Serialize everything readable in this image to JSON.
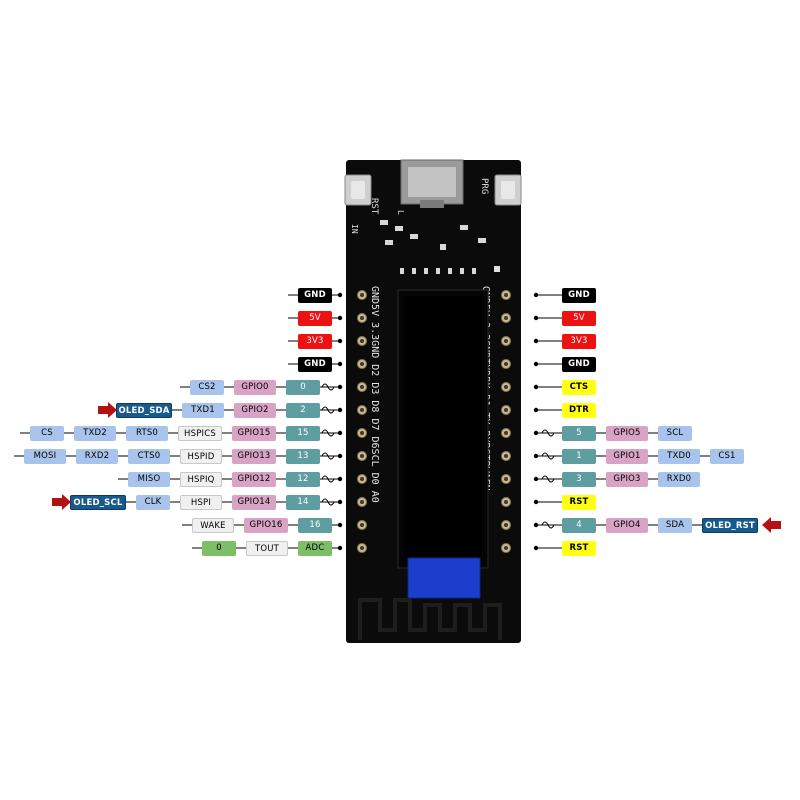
{
  "board": {
    "silk_left": "GND5V 3.3GND D2 D3 D8 D7 D6SCL D0 A0",
    "silk_right": "GND5V 3.3GNDTXDRX D1 TX RXRSTRWAEN",
    "rst_label": "RST",
    "prg_label": "PRG",
    "in_label": "IN",
    "l_label": "L",
    "icons": [
      "reset-button-icon",
      "program-button-icon",
      "micro-usb-icon",
      "oled-display-icon",
      "wifi-antenna-icon"
    ]
  },
  "colors": {
    "black": "#000000",
    "red": "#ee1111",
    "yellow": "#ffff11",
    "teal": "#5f9ea0",
    "pink": "#d8a3c4",
    "blue": "#a9c4ec",
    "green": "#7cbf66",
    "darkblue": "#185a8c",
    "arrow": "#b31212",
    "screen_blue": "#1b3fcc"
  },
  "left_pins": [
    {
      "labels": [
        {
          "t": "GND",
          "c": "black"
        }
      ]
    },
    {
      "labels": [
        {
          "t": "5V",
          "c": "red"
        }
      ]
    },
    {
      "labels": [
        {
          "t": "3V3",
          "c": "red"
        }
      ]
    },
    {
      "labels": [
        {
          "t": "GND",
          "c": "black"
        }
      ]
    },
    {
      "labels": [
        {
          "t": "CS2",
          "c": "blue"
        },
        {
          "t": "GPIO0",
          "c": "pink"
        },
        {
          "t": "0",
          "c": "teal"
        }
      ],
      "pwm": true
    },
    {
      "labels": [
        {
          "t": "OLED_SDA",
          "c": "darkblue"
        },
        {
          "t": "TXD1",
          "c": "blue"
        },
        {
          "t": "GPIO2",
          "c": "pink"
        },
        {
          "t": "2",
          "c": "teal"
        }
      ],
      "pwm": true,
      "arrow": true
    },
    {
      "labels": [
        {
          "t": "CS",
          "c": "blue"
        },
        {
          "t": "TXD2",
          "c": "blue"
        },
        {
          "t": "RTS0",
          "c": "blue"
        },
        {
          "t": "HSPICS",
          "c": "white"
        },
        {
          "t": "GPIO15",
          "c": "pink"
        },
        {
          "t": "15",
          "c": "teal"
        }
      ],
      "pwm": true
    },
    {
      "labels": [
        {
          "t": "MOSI",
          "c": "blue"
        },
        {
          "t": "RXD2",
          "c": "blue"
        },
        {
          "t": "CTS0",
          "c": "blue"
        },
        {
          "t": "HSPID",
          "c": "white"
        },
        {
          "t": "GPIO13",
          "c": "pink"
        },
        {
          "t": "13",
          "c": "teal"
        }
      ],
      "pwm": true
    },
    {
      "labels": [
        {
          "t": "MISO",
          "c": "blue"
        },
        {
          "t": "HSPIQ",
          "c": "white"
        },
        {
          "t": "GPIO12",
          "c": "pink"
        },
        {
          "t": "12",
          "c": "teal"
        }
      ],
      "pwm": true
    },
    {
      "labels": [
        {
          "t": "OLED_SCL",
          "c": "darkblue"
        },
        {
          "t": "CLK",
          "c": "blue"
        },
        {
          "t": "HSPI",
          "c": "white"
        },
        {
          "t": "GPIO14",
          "c": "pink"
        },
        {
          "t": "14",
          "c": "teal"
        }
      ],
      "pwm": true,
      "arrow": true
    },
    {
      "labels": [
        {
          "t": "WAKE",
          "c": "white"
        },
        {
          "t": "GPIO16",
          "c": "pink"
        },
        {
          "t": "16",
          "c": "teal"
        }
      ],
      "pwm": false
    },
    {
      "labels": [
        {
          "t": "0",
          "c": "green"
        },
        {
          "t": "TOUT",
          "c": "white"
        },
        {
          "t": "ADC",
          "c": "green"
        }
      ],
      "pwm": false
    }
  ],
  "right_pins": [
    {
      "labels": [
        {
          "t": "GND",
          "c": "black"
        }
      ]
    },
    {
      "labels": [
        {
          "t": "5V",
          "c": "red"
        }
      ]
    },
    {
      "labels": [
        {
          "t": "3V3",
          "c": "red"
        }
      ]
    },
    {
      "labels": [
        {
          "t": "GND",
          "c": "black"
        }
      ]
    },
    {
      "labels": [
        {
          "t": "CTS",
          "c": "yellow"
        }
      ]
    },
    {
      "labels": [
        {
          "t": "DTR",
          "c": "yellow"
        }
      ]
    },
    {
      "labels": [
        {
          "t": "5",
          "c": "teal"
        },
        {
          "t": "GPIO5",
          "c": "pink"
        },
        {
          "t": "SCL",
          "c": "blue"
        }
      ],
      "pwm": true
    },
    {
      "labels": [
        {
          "t": "1",
          "c": "teal"
        },
        {
          "t": "GPIO1",
          "c": "pink"
        },
        {
          "t": "TXD0",
          "c": "blue"
        },
        {
          "t": "CS1",
          "c": "blue"
        }
      ],
      "pwm": true
    },
    {
      "labels": [
        {
          "t": "3",
          "c": "teal"
        },
        {
          "t": "GPIO3",
          "c": "pink"
        },
        {
          "t": "RXD0",
          "c": "blue"
        }
      ],
      "pwm": true
    },
    {
      "labels": [
        {
          "t": "RST",
          "c": "yellow"
        }
      ]
    },
    {
      "labels": [
        {
          "t": "4",
          "c": "teal"
        },
        {
          "t": "GPIO4",
          "c": "pink"
        },
        {
          "t": "SDA",
          "c": "blue"
        },
        {
          "t": "OLED_RST",
          "c": "darkblue"
        }
      ],
      "pwm": true,
      "arrow": true
    },
    {
      "labels": [
        {
          "t": "RST",
          "c": "yellow"
        }
      ]
    }
  ]
}
